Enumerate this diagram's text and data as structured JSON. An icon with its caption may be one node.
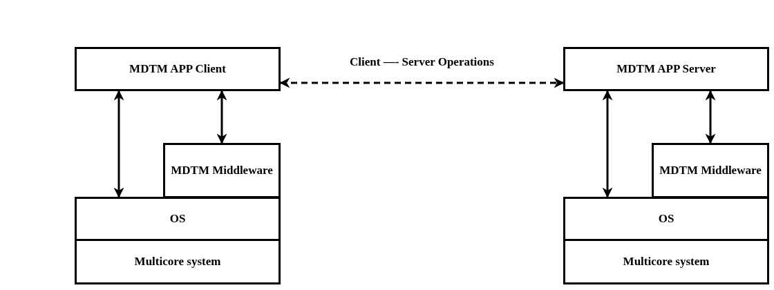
{
  "diagram": {
    "nodes": [
      {
        "text": [
          "MDTM APP Client"
        ]
      },
      {
        "text": [
          "MDTM Middleware"
        ]
      },
      {
        "text": [
          "OS"
        ]
      },
      {
        "text": [
          "Multicore system"
        ]
      },
      {
        "text": [
          "MDTM APP Server"
        ]
      },
      {
        "text": [
          "MDTM Middleware"
        ]
      },
      {
        "text": [
          "OS"
        ]
      },
      {
        "text": [
          "Multicore system"
        ]
      }
    ],
    "edges": [
      {
        "from": 0,
        "to": 2,
        "arrow": "both"
      },
      {
        "from": 0,
        "to": 1,
        "arrow": "both"
      },
      {
        "from": 0,
        "to": 4,
        "arrow": "both",
        "style": "dashed",
        "label": "Client —- Server Operations"
      },
      {
        "from": 4,
        "to": 6,
        "arrow": "both"
      },
      {
        "from": 4,
        "to": 5,
        "arrow": "both"
      }
    ]
  }
}
